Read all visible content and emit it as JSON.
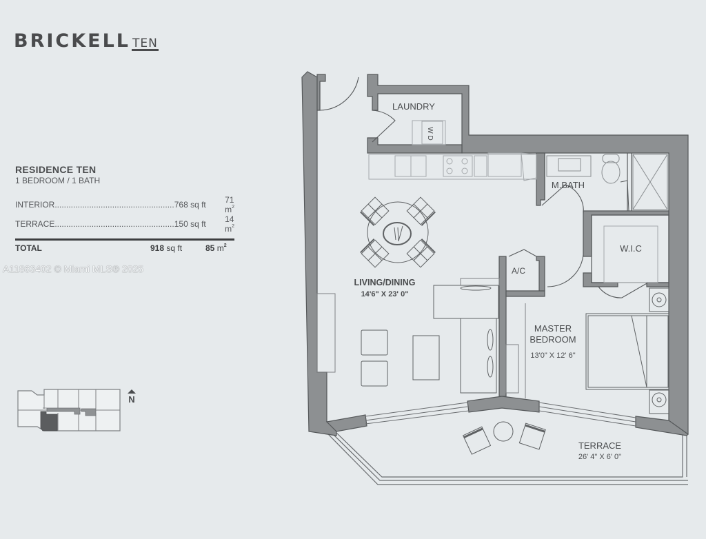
{
  "brand": {
    "name_main": "BRICKELL",
    "name_sub": "TEN"
  },
  "residence": {
    "name": "RESIDENCE TEN",
    "type": "1 BEDROOM / 1 BATH",
    "areas": [
      {
        "label": "INTERIOR",
        "sqft": "768 sq ft",
        "m2": "71 m",
        "m2_sup": "2"
      },
      {
        "label": "TERRACE",
        "sqft": "150 sq ft",
        "m2": "14 m",
        "m2_sup": "2"
      }
    ],
    "total": {
      "label": "TOTAL",
      "sqft_value": "918",
      "sqft_unit": " sq ft",
      "m2_value": "85",
      "m2_unit": " m",
      "m2_sup": "2"
    }
  },
  "watermark": "A11863402 © Miami MLS® 2025",
  "north_label": "N",
  "rooms": {
    "laundry": "LAUNDRY",
    "washer_dryer": "W D",
    "master_bath": "M.BATH",
    "wic": "W.I.C",
    "ac": "A/C",
    "living_dining": "LIVING/DINING",
    "living_dining_dims": "14'6\" X 23' 0\"",
    "master_bedroom_1": "MASTER",
    "master_bedroom_2": "BEDROOM",
    "master_bedroom_dims": "13'0\" X 12' 6\"",
    "terrace": "TERRACE",
    "terrace_dims": "26' 4\" X 6' 0\""
  },
  "colors": {
    "background": "#e6eaec",
    "wall_fill": "#8d9092",
    "wall_stroke": "#55585a",
    "fixture_line": "#9a9ea1",
    "furniture_line": "#5e6163",
    "keyplan_highlight": "#5b5d5f",
    "keyplan_floor": "#8f9294"
  }
}
